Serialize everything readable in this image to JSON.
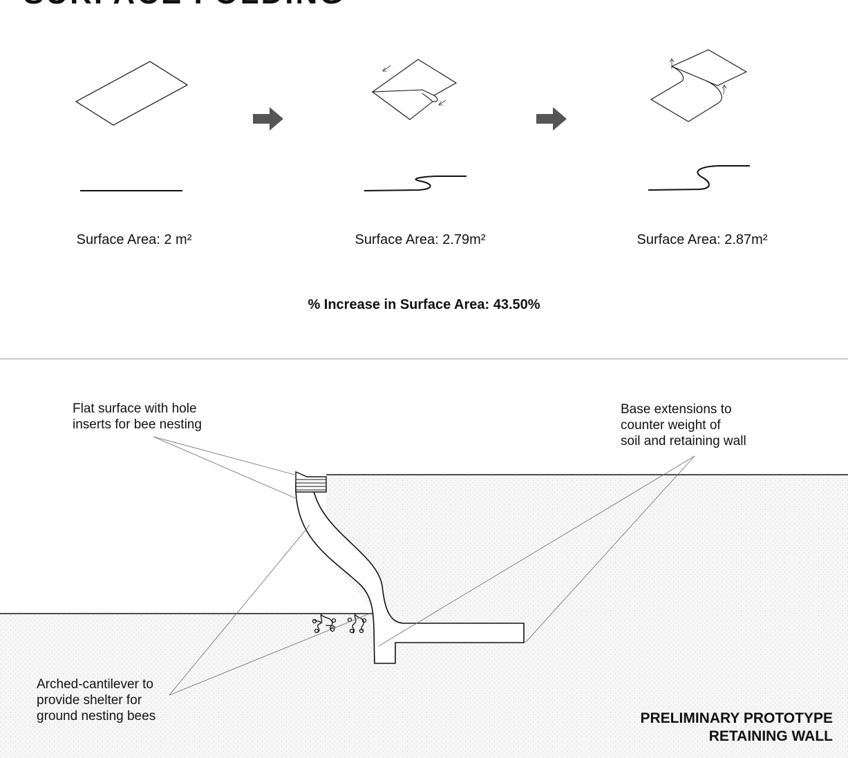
{
  "title": "SURFACE FOLDING",
  "steps": [
    {
      "area_label": "Surface Area: 2 m²"
    },
    {
      "area_label": "Surface Area: 2.79m²"
    },
    {
      "area_label": "Surface Area: 2.87m²"
    }
  ],
  "increase_label": "% Increase in Surface Area: 43.50%",
  "section": {
    "annotations": {
      "flat_surface": "Flat surface with hole\ninserts for bee nesting",
      "base_extensions": "Base extensions to\ncounter weight of\nsoil and retaining wall",
      "arched_cantilever": "Arched-cantilever to\nprovide shelter for\nground nesting bees"
    },
    "caption_line1": "PRELIMINARY PROTOTYPE",
    "caption_line2": "RETAINING WALL"
  },
  "colors": {
    "line": "#111111",
    "arrow": "#555555",
    "soil": "#f4f4f4",
    "leader": "#777777"
  }
}
